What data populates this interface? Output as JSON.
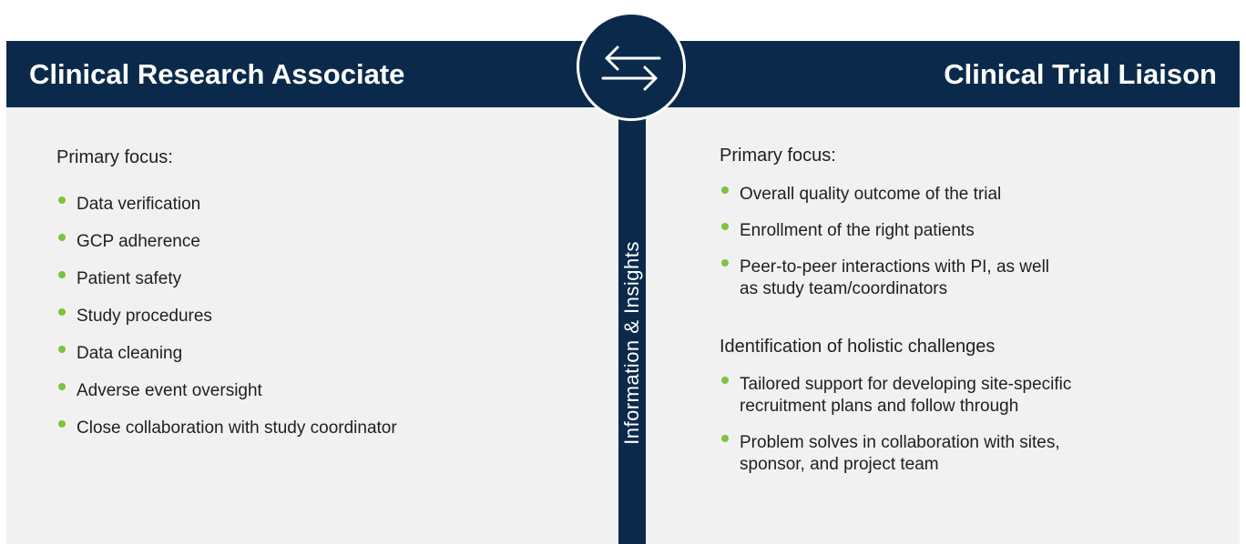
{
  "left": {
    "title": "Clinical Research Associate",
    "focus_heading": "Primary focus:",
    "items": [
      "Data verification",
      "GCP adherence",
      "Patient safety",
      "Study procedures",
      "Data cleaning",
      "Adverse event oversight",
      "Close collaboration with study coordinator"
    ]
  },
  "right": {
    "title": "Clinical Trial Liaison",
    "focus_heading": "Primary focus:",
    "items": [
      "Overall quality outcome of the trial",
      "Enrollment of the right patients",
      "Peer-to-peer interactions with PI, as well as study team/coordinators"
    ],
    "challenges_heading": "Identification of holistic challenges",
    "challenge_items": [
      "Tailored support for developing site-specific recruitment plans and follow through",
      "Problem solves in collaboration with sites, sponsor, and project team"
    ]
  },
  "center": {
    "label": "Information & Insights",
    "icon": "exchange-arrows-icon"
  },
  "colors": {
    "navy": "#0b2a4b",
    "panel": "#f1f1f1",
    "bullet": "#7ec242"
  }
}
